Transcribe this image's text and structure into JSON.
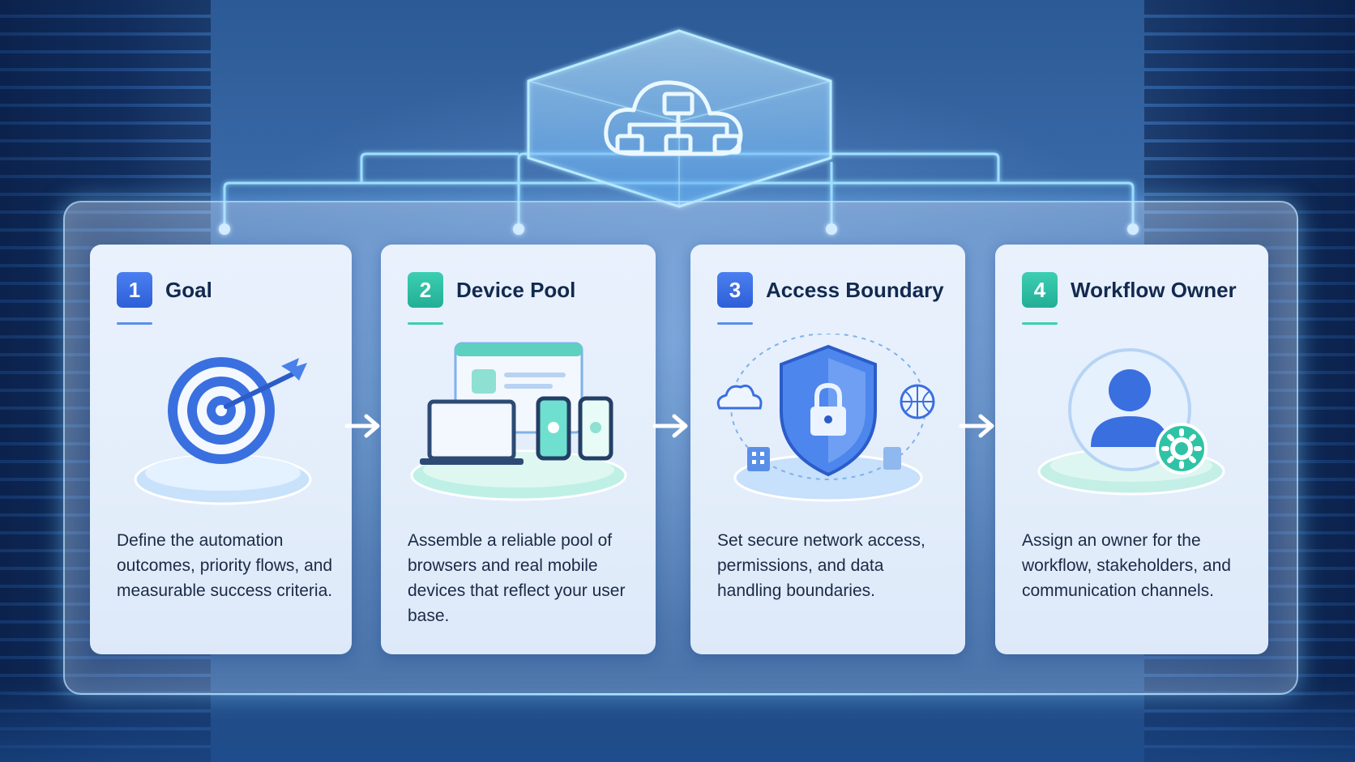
{
  "steps": [
    {
      "number": "1",
      "title": "Goal",
      "description": "Define the automation outcomes, priority flows, and measurable success criteria.",
      "icon": "target-icon",
      "accent": "#2d5fd8"
    },
    {
      "number": "2",
      "title": "Device Pool",
      "description": "Assemble a reliable pool of browsers and real mobile devices that reflect your user base.",
      "icon": "devices-icon",
      "accent": "#22ae95"
    },
    {
      "number": "3",
      "title": "Access Boundary",
      "description": "Set secure network access, permissions, and data handling boundaries.",
      "icon": "shield-lock-icon",
      "accent": "#2d5fd8"
    },
    {
      "number": "4",
      "title": "Workflow Owner",
      "description": "Assign an owner for the workflow, stakeholders, and communication channels.",
      "icon": "user-gear-icon",
      "accent": "#22ae95"
    }
  ],
  "hub_icon": "cloud-network-icon",
  "colors": {
    "blue": "#2d5fd8",
    "teal": "#22ae95",
    "glow": "#8fd6ff"
  }
}
